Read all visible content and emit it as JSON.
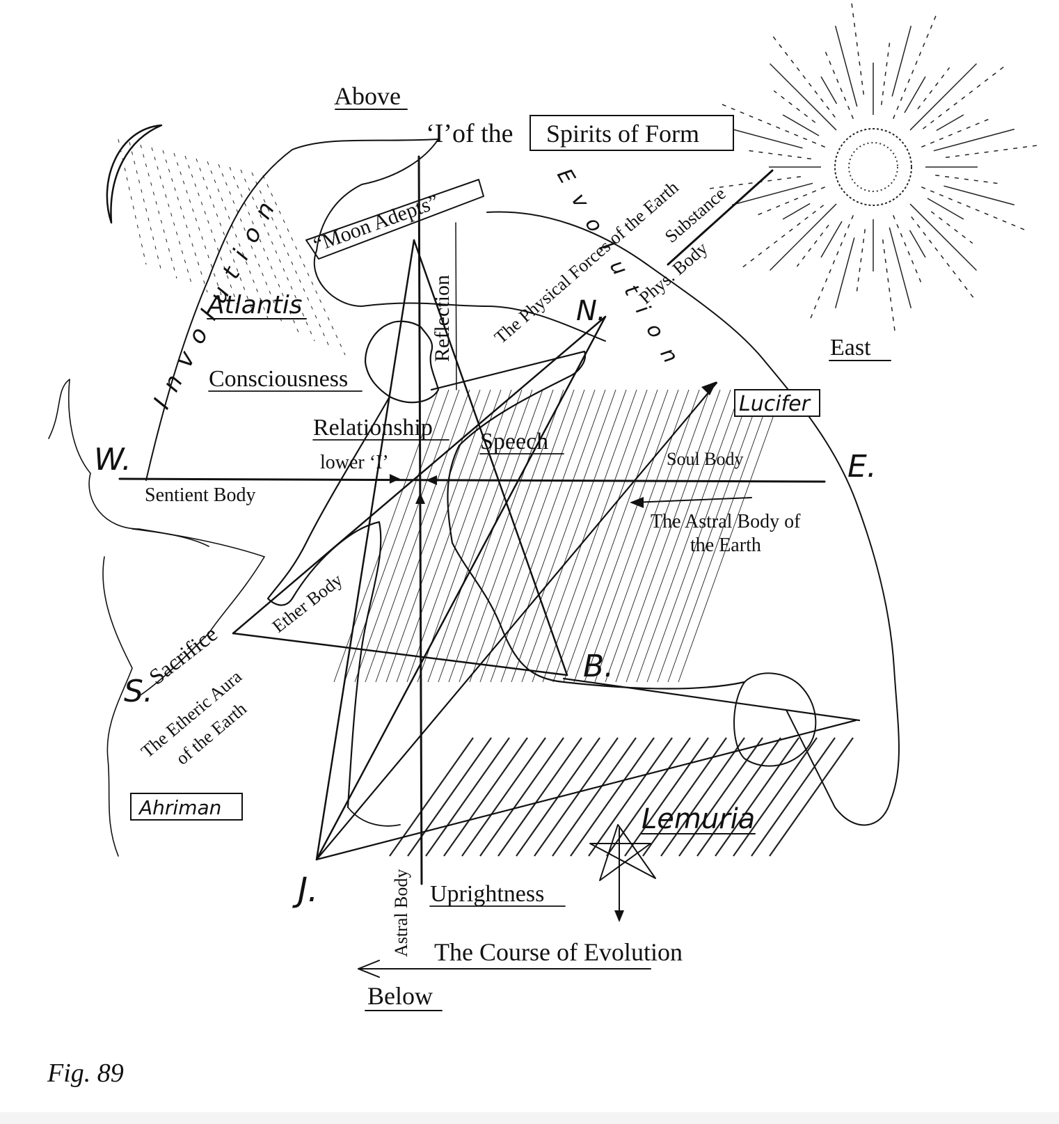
{
  "labels": {
    "above": "Above",
    "below": "Below",
    "i_of_the": "‘I’of the",
    "spirits_of_form": "Spirits of Form",
    "moon_adepts": "“Moon Adepts”",
    "involution": "Involution",
    "evolution": "Evolution",
    "atlantis": "Atlantis",
    "consciousness": "Consciousness",
    "relationship": "Relationship",
    "lower_i": "lower ‘I’",
    "reflection": "Reflection",
    "speech": "Speech",
    "physical_forces": "The Physical Forces of the Earth",
    "substance": "Substance",
    "phys_body": "Phys. Body",
    "n": "N.",
    "east": "East",
    "lucifer": "Lucifer",
    "w": "W.",
    "e": "E.",
    "soul_body": "Soul Body",
    "sentient_body": "Sentient   Body",
    "astral_body_earth_1": "The Astral Body of",
    "astral_body_earth_2": "the Earth",
    "ether_body": "Ether Body",
    "sacrifice": "Sacrifice",
    "s": "S.",
    "b": "B.",
    "etheric_aura_1": "The Etheric Aura",
    "etheric_aura_2": "of the Earth",
    "ahriman": "Ahriman",
    "lemuria": "Lemuria",
    "j": "J.",
    "astral_body": "Astral Body",
    "uprightness": "Uprightness",
    "course_of_evolution": "The Course of Evolution"
  },
  "caption": "Fig. 89",
  "colors": {
    "ink": "#111111",
    "paper": "#ffffff"
  }
}
